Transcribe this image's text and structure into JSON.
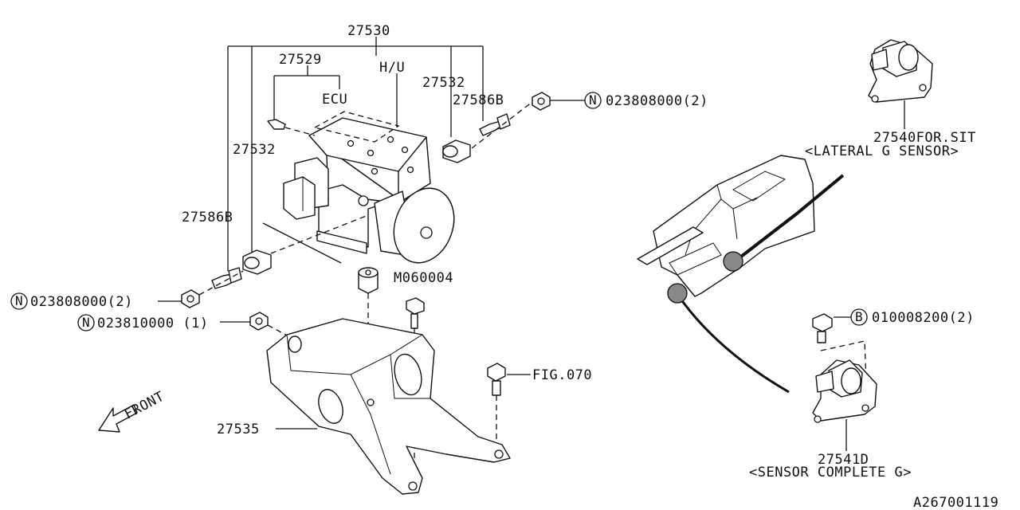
{
  "callouts": {
    "p27530": "27530",
    "p27529": "27529",
    "hu": "H/U",
    "ecu": "ECU",
    "p27532_top": "27532",
    "p27586b_top": "27586B",
    "p27532_left": "27532",
    "p27586b_left": "27586B",
    "m060004": "M060004",
    "p27535": "27535",
    "fig070": "FIG.070",
    "front": "FRONT",
    "p27540": "27540FOR.SIT",
    "lateral_g_sensor": "<LATERAL G SENSOR>",
    "p27541d": "27541D",
    "sensor_complete_g": "<SENSOR COMPLETE G>",
    "diagram_id": "A267001119"
  },
  "fasteners": [
    {
      "symbol": "N",
      "part": "023808000(2)"
    },
    {
      "symbol": "N",
      "part": "023808000(2)"
    },
    {
      "symbol": "N",
      "part": "023810000 (1)"
    },
    {
      "symbol": "B",
      "part": "010008200(2)"
    }
  ]
}
